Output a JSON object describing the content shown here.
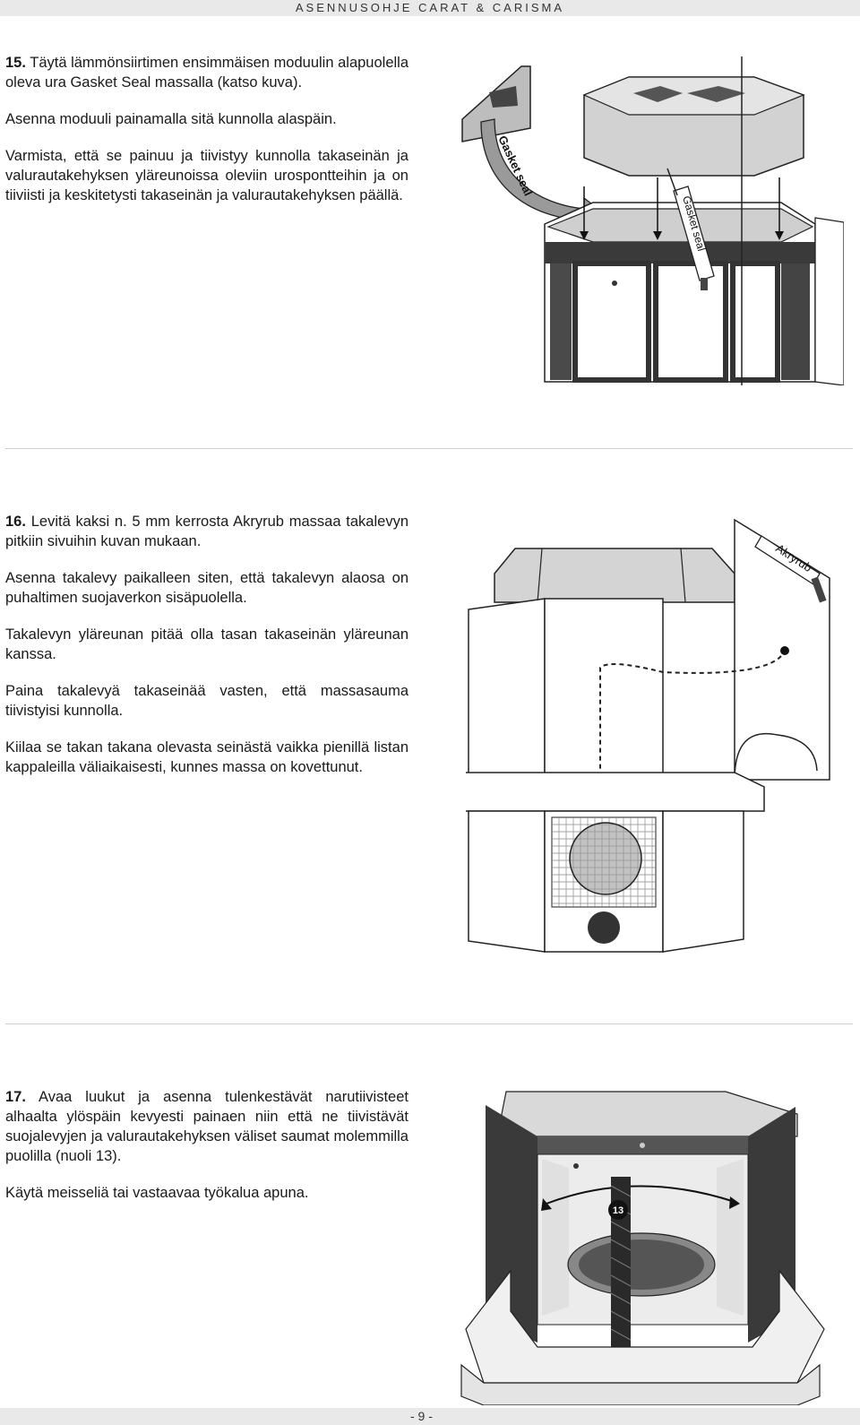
{
  "header": {
    "title": "ASENNUSOHJE CARAT & CARISMA"
  },
  "steps": [
    {
      "number": "15.",
      "paragraphs": [
        "Täytä lämmönsiirtimen ensimmäisen moduulin alapuolella oleva ura Gasket Seal massalla (katso kuva).",
        "Asenna moduuli painamalla sitä kunnolla alaspäin.",
        "Varmista, että se painuu ja tiivistyy kunnolla takaseinän ja valurautakehyksen yläreunoissa oleviin urospontteihin ja on tiiviisti ja keskitetysti takaseinän ja valurautakehyksen päällä."
      ],
      "figure_labels": [
        "Gasket seal",
        "Gasket seal"
      ]
    },
    {
      "number": "16.",
      "paragraphs": [
        "Levitä kaksi n. 5 mm kerrosta Akryrub massaa takalevyn pitkiin sivuihin kuvan mukaan.",
        "Asenna takalevy paikalleen siten, että takalevyn alaosa on puhaltimen suojaverkon sisäpuolella.",
        "Takalevyn yläreunan pitää olla tasan takaseinän yläreunan kanssa.",
        "Paina takalevyä takaseinää vasten, että massasauma tiivistyisi kunnolla.",
        "Kiilaa se takan takana olevasta seinästä vaikka pienillä listan kappaleilla väliaikaisesti, kunnes massa on kovettunut."
      ],
      "figure_labels": [
        "Akryrub"
      ]
    },
    {
      "number": "17.",
      "paragraphs": [
        "Avaa luukut ja asenna tulenkestävät narutiivisteet alhaalta ylöspäin kevyesti painaen niin että ne tiivistävät suojalevyjen ja valurautakehyksen väliset saumat molemmilla puolilla (nuoli 13).",
        "Käytä meisseliä tai vastaavaa työkalua apuna."
      ],
      "figure_labels": [
        "13"
      ]
    }
  ],
  "footer": {
    "page": "- 9 -"
  }
}
